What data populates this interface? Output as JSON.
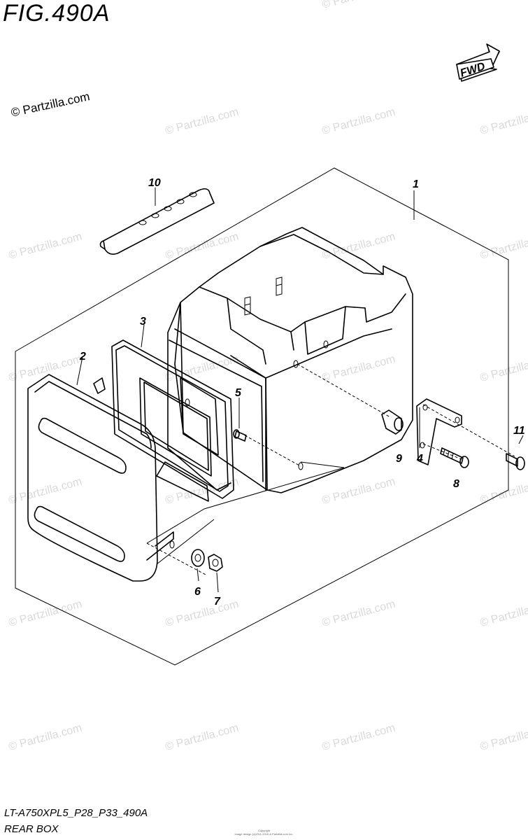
{
  "figure": {
    "title": "FIG.490A",
    "fwd_label": "FWD",
    "copyright": "© Partzilla.com",
    "watermark": "© Partzilla.com",
    "model_code": "LT-A750XPL5_P28_P33_490A",
    "diagram_name": "REAR BOX",
    "fine_print": [
      "Copyright",
      "Image design (c)2011-2015 & Partzilla.com Inc."
    ]
  },
  "callouts": {
    "c1": "1",
    "c2": "2",
    "c3": "3",
    "c4": "4",
    "c5": "5",
    "c6": "6",
    "c7": "7",
    "c8": "8",
    "c9": "9",
    "c10": "10",
    "c11": "11"
  }
}
